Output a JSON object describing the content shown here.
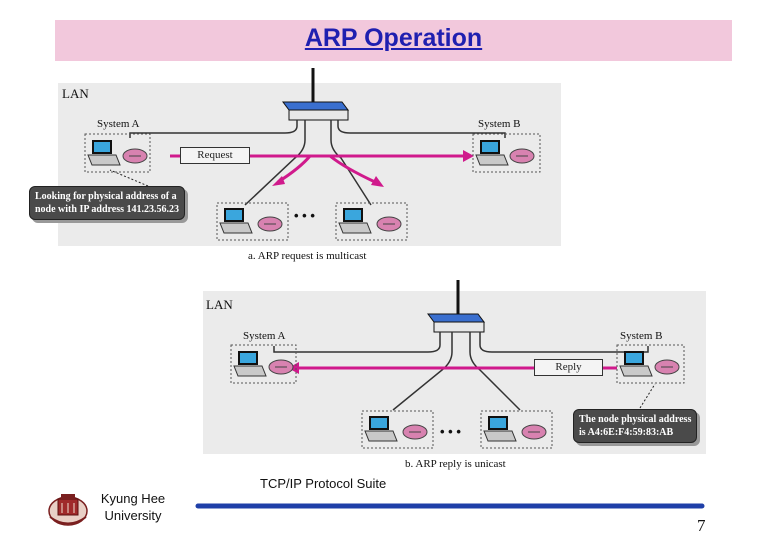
{
  "slide": {
    "title": "ARP Operation",
    "footer_text": "TCP/IP Protocol Suite",
    "university_line1": "Kyung Hee",
    "university_line2": "University",
    "page_number": "7"
  },
  "diagram_a": {
    "lan_label": "LAN",
    "system_a_label": "System A",
    "system_b_label": "System B",
    "message_label": "Request",
    "callout_line1": "Looking for physical address of a",
    "callout_line2": "node with IP address 141.23.56.23",
    "caption": "a. ARP request is multicast",
    "ellipsis": "• • •"
  },
  "diagram_b": {
    "lan_label": "LAN",
    "system_a_label": "System A",
    "system_b_label": "System B",
    "message_label": "Reply",
    "callout_line1": "The node physical address",
    "callout_line2": "is A4:6E:F4:59:83:AB",
    "caption": "b. ARP reply is unicast",
    "ellipsis": "• • •"
  },
  "colors": {
    "arrow": "#d01a8c",
    "title": "#1f1fb0",
    "title_bar": "#f2c8dc",
    "footer_rule": "#1f3fa8"
  }
}
